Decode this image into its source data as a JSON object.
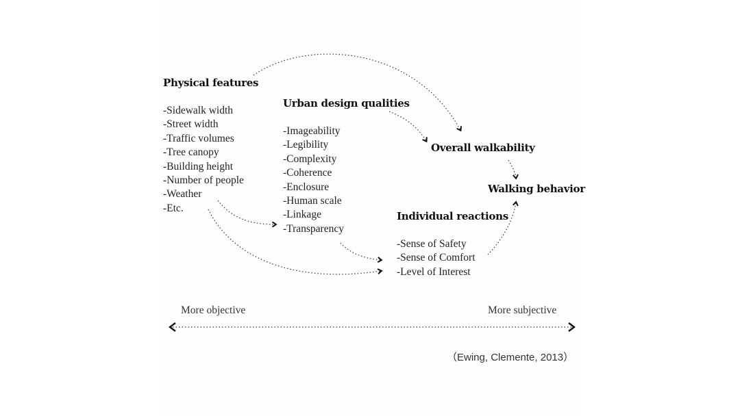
{
  "physical_features": {
    "title": "Physical features",
    "items": [
      "-Sidewalk width",
      "-Street width",
      "-Traffic volumes",
      "-Tree canopy",
      "-Building height",
      "-Number of people",
      "-Weather",
      "-Etc."
    ]
  },
  "urban_design_qualities": {
    "title": "Urban design qualities",
    "items": [
      "-Imageability",
      "-Legibility",
      "-Complexity",
      "-Coherence",
      "-Enclosure",
      "-Human scale",
      "-Linkage",
      "-Transparency"
    ]
  },
  "individual_reactions": {
    "title": "Individual reactions",
    "items": [
      "-Sense of Safety",
      "-Sense of Comfort",
      "-Level of Interest"
    ]
  },
  "overall_walkability": {
    "title": "Overall walkability"
  },
  "walking_behavior": {
    "title": "Walking behavior"
  },
  "axis": {
    "left_label": "More objective",
    "right_label": "More subjective"
  },
  "citation": "（Ewing, Clemente, 2013）"
}
